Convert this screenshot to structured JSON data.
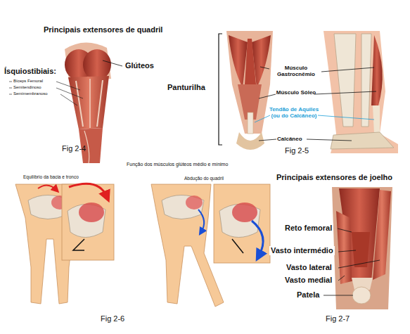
{
  "diagram": {
    "labels": [
      "Principais extensores de quadril",
      "Glúteos",
      "Ísquiostibiais:",
      "Bíceps Femoral",
      "Semitendinoso",
      "Semimembranoso",
      "Fig 2-4",
      "Panturilha",
      "Músculo Gastrocnêmio",
      "Músculo Sóleo",
      "Tendão de Aquiles (ou do Calcâneo)",
      "Calcâneo",
      "Fig 2-5",
      "Função dos músculos glúteos médio e mínimo",
      "Equilíbrio da bacia e tronco",
      "Abdução do quadril",
      "Fig 2-6",
      "Principais extensores de joelho",
      "Reto femoral",
      "Vasto intermédio",
      "Vasto lateral",
      "Vasto medial",
      "Patela",
      "Fig 2-7"
    ]
  }
}
